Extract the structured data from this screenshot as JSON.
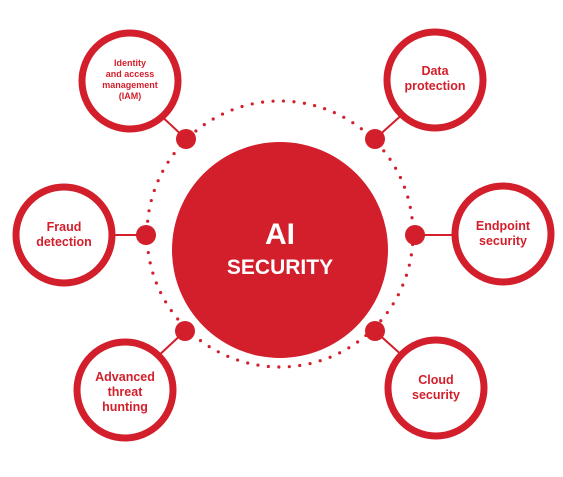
{
  "center": {
    "line1": "AI",
    "line2": "SECURITY"
  },
  "nodes": [
    {
      "key": "iam",
      "label": "Identity\nand access\nmanagement\n(IAM)"
    },
    {
      "key": "data",
      "label": "Data\nprotection"
    },
    {
      "key": "fraud",
      "label": "Fraud\ndetection"
    },
    {
      "key": "endpoint",
      "label": "Endpoint\nsecurity"
    },
    {
      "key": "threat",
      "label": "Advanced\nthreat\nhunting"
    },
    {
      "key": "cloud",
      "label": "Cloud\nsecurity"
    }
  ],
  "colors": {
    "accent": "#d21f2b",
    "background": "#ffffff",
    "text_on_accent": "#ffffff"
  }
}
